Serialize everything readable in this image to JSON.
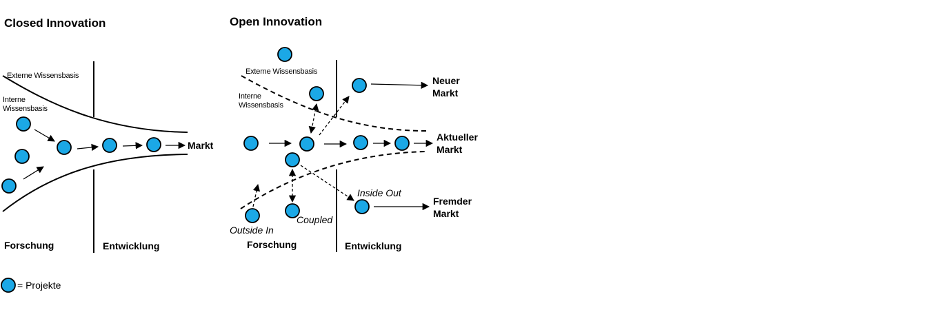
{
  "closed": {
    "title": "Closed Innovation",
    "external_label": "Externe Wissensbasis",
    "internal_label_1": "Interne",
    "internal_label_2": "Wissensbasis",
    "market": "Markt",
    "research": "Forschung",
    "development": "Entwicklung"
  },
  "open": {
    "title": "Open Innovation",
    "external_label": "Externe Wissensbasis",
    "internal_label_1": "Interne",
    "internal_label_2": "Wissensbasis",
    "new_market_1": "Neuer",
    "new_market_2": "Markt",
    "current_market_1": "Aktueller",
    "current_market_2": "Markt",
    "foreign_market_1": "Fremder",
    "foreign_market_2": "Markt",
    "inside_out": "Inside Out",
    "outside_in": "Outside In",
    "coupled": "Coupled",
    "research": "Forschung",
    "development": "Entwicklung"
  },
  "legend": {
    "label": "= Projekte"
  },
  "colors": {
    "project": "#1ba8e6",
    "line": "#000000"
  }
}
